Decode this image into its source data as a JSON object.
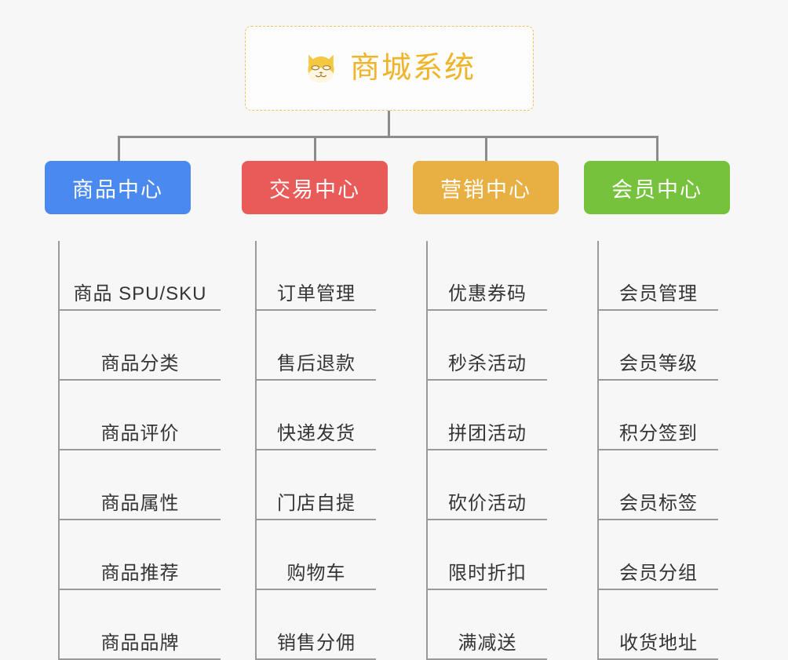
{
  "root": {
    "title": "商城系统",
    "icon": "shiba-dog-icon",
    "border_color": "#f0c063",
    "text_color": "#f0b429",
    "background": "#fdfdfd"
  },
  "canvas": {
    "background": "#f7f7f7",
    "connector_color": "#8c8c8c"
  },
  "branches": [
    {
      "id": "product-center",
      "label": "商品中心",
      "color": "#4a89f0",
      "items": [
        "商品 SPU/SKU",
        "商品分类",
        "商品评价",
        "商品属性",
        "商品推荐",
        "商品品牌"
      ]
    },
    {
      "id": "trade-center",
      "label": "交易中心",
      "color": "#e85b58",
      "items": [
        "订单管理",
        "售后退款",
        "快递发货",
        "门店自提",
        "购物车",
        "销售分佣"
      ]
    },
    {
      "id": "marketing-center",
      "label": "营销中心",
      "color": "#e8af42",
      "items": [
        "优惠券码",
        "秒杀活动",
        "拼团活动",
        "砍价活动",
        "限时折扣",
        "满减送"
      ]
    },
    {
      "id": "member-center",
      "label": "会员中心",
      "color": "#76c23c",
      "items": [
        "会员管理",
        "会员等级",
        "积分签到",
        "会员标签",
        "会员分组",
        "收货地址"
      ]
    }
  ]
}
